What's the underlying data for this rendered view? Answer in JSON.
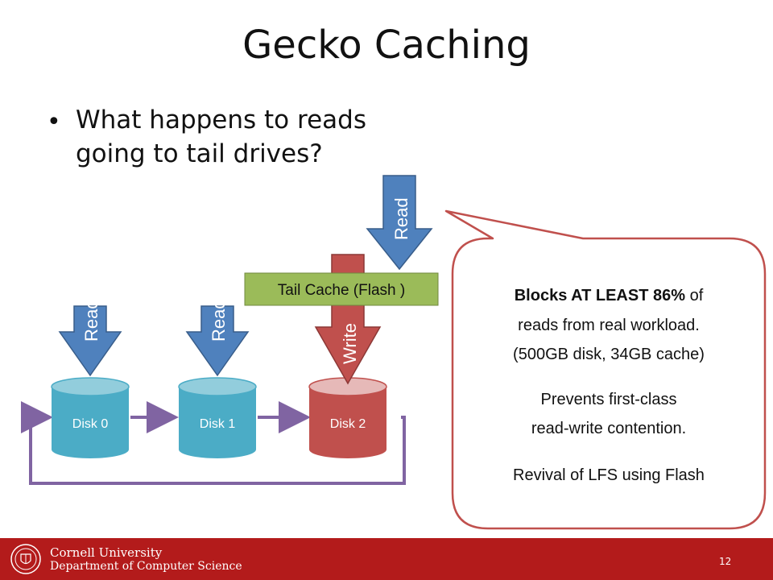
{
  "slide": {
    "title": "Gecko Caching",
    "bullet": "What happens to reads going to tail drives?"
  },
  "diagram": {
    "disks": [
      {
        "label": "Disk 0",
        "color": "#4bacc6"
      },
      {
        "label": "Disk 1",
        "color": "#4bacc6"
      },
      {
        "label": "Disk 2",
        "color": "#c0504d"
      }
    ],
    "arrows": {
      "disk0": "Read",
      "disk1": "Read",
      "disk2": "Write",
      "cache": "Read"
    },
    "cache_label": "Tail Cache (Flash )",
    "callout": {
      "line1_bold": "Blocks AT LEAST 86%",
      "line1_rest": " of",
      "line2": "reads from real workload.",
      "line3": "(500GB disk, 34GB cache)",
      "line4": "Prevents first-class",
      "line5": "read-write contention.",
      "line6": "Revival of LFS using Flash"
    },
    "colors": {
      "blue_arrow": "#4f81bd",
      "red_arrow": "#c0504d",
      "cache_fill": "#9bbb59",
      "loop_line": "#8064a2",
      "callout_border": "#c0504d"
    }
  },
  "footer": {
    "university": "Cornell University",
    "department": "Department of Computer Science",
    "page": "12",
    "bar_color": "#b31b1b"
  }
}
